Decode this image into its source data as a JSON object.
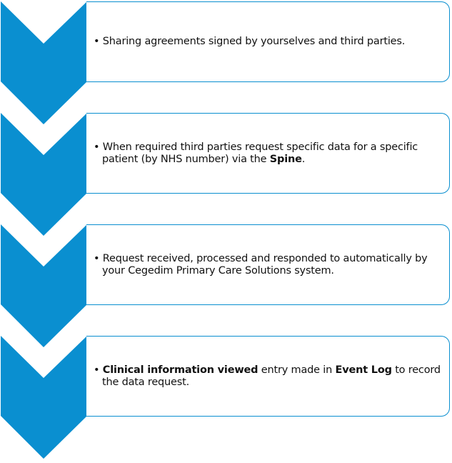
{
  "colors": {
    "accent": "#0a8fd0"
  },
  "steps": [
    {
      "parts": [
        {
          "text": "Sharing agreements signed by yourselves and third parties.",
          "bold": false
        }
      ]
    },
    {
      "parts": [
        {
          "text": "When required third parties request specific data for a specific patient (by NHS number) via the ",
          "bold": false
        },
        {
          "text": "Spine",
          "bold": true
        },
        {
          "text": ".",
          "bold": false
        }
      ]
    },
    {
      "parts": [
        {
          "text": "Request received, processed and responded to automatically by your Cegedim Primary Care Solutions system.",
          "bold": false
        }
      ]
    },
    {
      "parts": [
        {
          "text": "Clinical information viewed",
          "bold": true
        },
        {
          "text": " entry made in ",
          "bold": false
        },
        {
          "text": "Event Log",
          "bold": true
        },
        {
          "text": " to record the data request.",
          "bold": false
        }
      ]
    }
  ]
}
